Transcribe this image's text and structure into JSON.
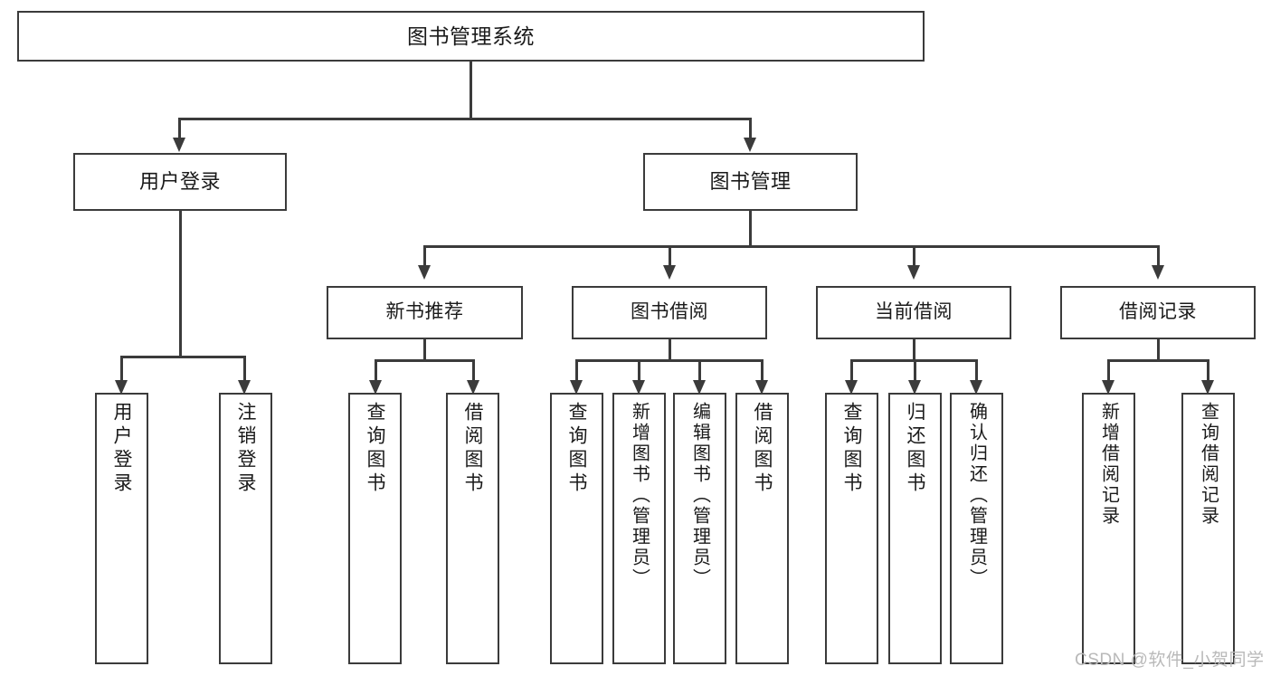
{
  "diagram": {
    "title": "图书管理系统",
    "type": "tree-hierarchy-chart",
    "root": {
      "label": "图书管理系统"
    },
    "level2": [
      {
        "label": "用户登录"
      },
      {
        "label": "图书管理"
      }
    ],
    "level3": [
      {
        "label": "新书推荐"
      },
      {
        "label": "图书借阅"
      },
      {
        "label": "当前借阅"
      },
      {
        "label": "借阅记录"
      }
    ],
    "leaves": {
      "user_login": [
        {
          "label": "用户登录"
        },
        {
          "label": "注销登录"
        }
      ],
      "new_book_recommend": [
        {
          "label": "查询图书"
        },
        {
          "label": "借阅图书"
        }
      ],
      "book_borrow": [
        {
          "label": "查询图书"
        },
        {
          "label": "新增图书（管理员）"
        },
        {
          "label": "编辑图书（管理员）"
        },
        {
          "label": "借阅图书"
        }
      ],
      "current_borrow": [
        {
          "label": "查询图书"
        },
        {
          "label": "归还图书"
        },
        {
          "label": "确认归还（管理员）"
        }
      ],
      "borrow_record": [
        {
          "label": "新增借阅记录"
        },
        {
          "label": "查询借阅记录"
        }
      ]
    }
  },
  "watermark": {
    "text": "CSDN @软件_小贺同学"
  },
  "colors": {
    "stroke": "#3b3b3b",
    "text": "#1a1a1a",
    "background": "#ffffff",
    "watermark": "#b9b9b9"
  }
}
